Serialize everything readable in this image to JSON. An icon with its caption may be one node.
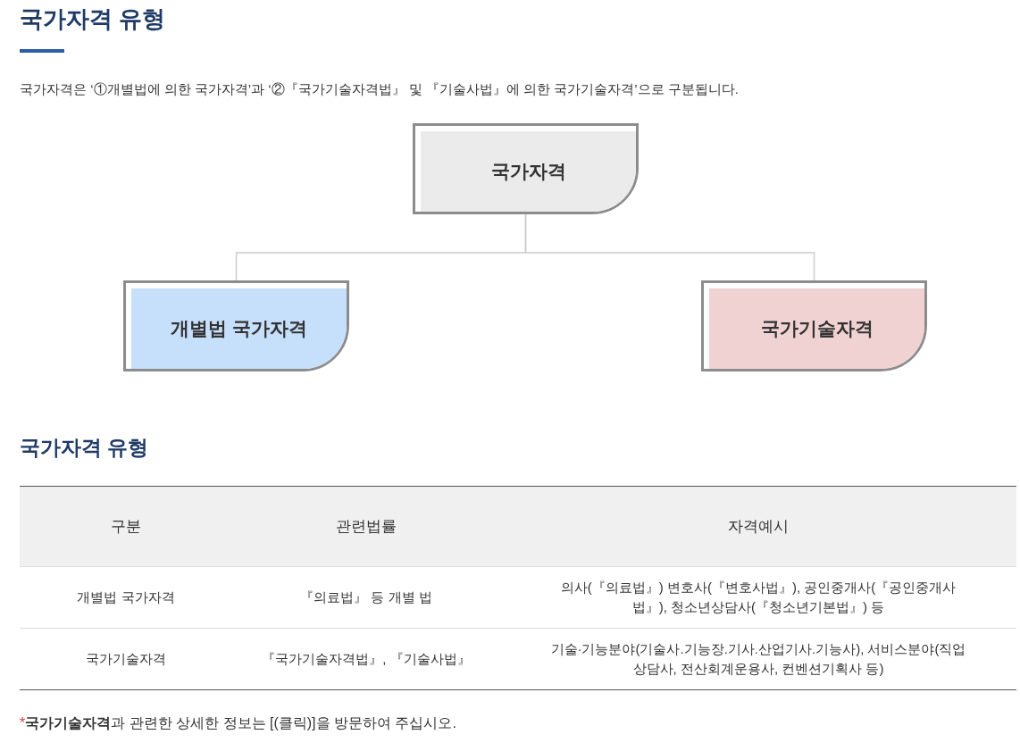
{
  "diagram": {
    "title": "국가자격 유형",
    "nodes": [
      {
        "text": [
          "국가자격"
        ]
      },
      {
        "text": [
          "개별법 국가자격"
        ]
      },
      {
        "text": [
          "국가기술자격"
        ]
      }
    ],
    "edges": [
      {
        "from": 0,
        "to": 1,
        "arrow": "none"
      },
      {
        "from": 0,
        "to": 2,
        "arrow": "none"
      }
    ],
    "labels": [
      "국가자격은 ‘①개별법에 의한 국가자격’과 ‘②『국가기술자격법』 및 『기술사법』에 의한 국가기술자격’으로 구분됩니다.",
      "국가자격 유형",
      "구분",
      "관련법률",
      "자격예시",
      "개별법 국가자격",
      "『의료법』 등 개별 법",
      "의사(『의료법』) 변호사(『변호사법』), 공인중개사(『공인중개사법』), 청소년상담사(『청소년기본법』) 등",
      "국가기술자격",
      "『국가기술자격법』, 『기술사법』",
      "기술·기능분야(기술사.기능장.기사.산업기사.기능사), 서비스분야(직업상담사, 전산회계운용사, 컨벤션기획사 등)",
      "*",
      "**국가기술자격**과 관련한 상세한 정보는 [(클릭)]을 방문하여 주십시오."
    ]
  }
}
